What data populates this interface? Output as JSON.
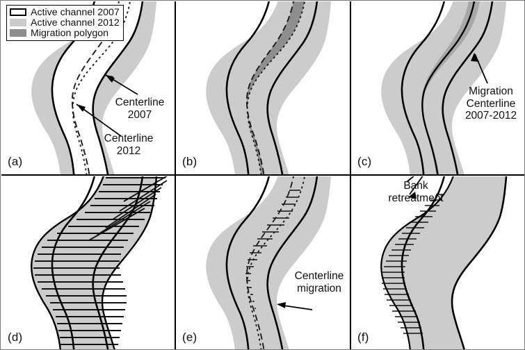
{
  "figure": {
    "title": "Channel migration analysis method panels",
    "background_color": "#ffffff",
    "frame_color": "#7a7a7a"
  },
  "legend": {
    "name": "map-legend",
    "items": [
      {
        "label": "Active channel 2007",
        "swatch": "white-outline",
        "color": "#ffffff",
        "border": "#000000"
      },
      {
        "label": "Active channel 2012",
        "swatch": "light-gray-fill",
        "color": "#cccccc"
      },
      {
        "label": "Migration polygon",
        "swatch": "dark-gray-fill",
        "color": "#8e8e8e"
      }
    ]
  },
  "colors": {
    "active_channel_2007": "#ffffff",
    "active_channel_2012": "#cccccc",
    "migration_polygon": "#8e8e8e",
    "outline": "#000000",
    "text": "#111111"
  },
  "panels": [
    {
      "id": "a",
      "letter": "(a)",
      "annotations": [
        {
          "name": "centerline-2007-label",
          "lines": [
            "Centerline",
            "2007"
          ],
          "text": "Centerline 2007"
        },
        {
          "name": "centerline-2012-label",
          "lines": [
            "Centerline",
            "2012"
          ],
          "text": "Centerline 2012"
        }
      ]
    },
    {
      "id": "b",
      "letter": "(b)",
      "annotations": []
    },
    {
      "id": "c",
      "letter": "(c)",
      "annotations": [
        {
          "name": "migration-centerline-label",
          "lines": [
            "Migration",
            "Centerline",
            "2007-2012"
          ],
          "text": "Migration Centerline 2007-2012"
        }
      ]
    },
    {
      "id": "d",
      "letter": "(d)",
      "annotations": []
    },
    {
      "id": "e",
      "letter": "(e)",
      "annotations": [
        {
          "name": "centerline-migration-label",
          "lines": [
            "Centerline",
            "migration"
          ],
          "text": "Centerline migration"
        }
      ]
    },
    {
      "id": "f",
      "letter": "(f)",
      "annotations": [
        {
          "name": "bank-retreatment-label",
          "lines": [
            "Bank",
            "retreatment"
          ],
          "text": "Bank retreatment"
        }
      ]
    }
  ],
  "labels": {
    "a_letter": "(a)",
    "b_letter": "(b)",
    "c_letter": "(c)",
    "d_letter": "(d)",
    "e_letter": "(e)",
    "f_letter": "(f)",
    "centerline_2007_l1": "Centerline",
    "centerline_2007_l2": "2007",
    "centerline_2012_l1": "Centerline",
    "centerline_2012_l2": "2012",
    "migration_centerline_l1": "Migration",
    "migration_centerline_l2": "Centerline",
    "migration_centerline_l3": "2007-2012",
    "centerline_migration_l1": "Centerline",
    "centerline_migration_l2": "migration",
    "bank_retreatment_l1": "Bank",
    "bank_retreatment_l2": "retreatment",
    "legend_2007": "Active channel 2007",
    "legend_2012": "Active channel 2012",
    "legend_migration": "Migration polygon"
  }
}
